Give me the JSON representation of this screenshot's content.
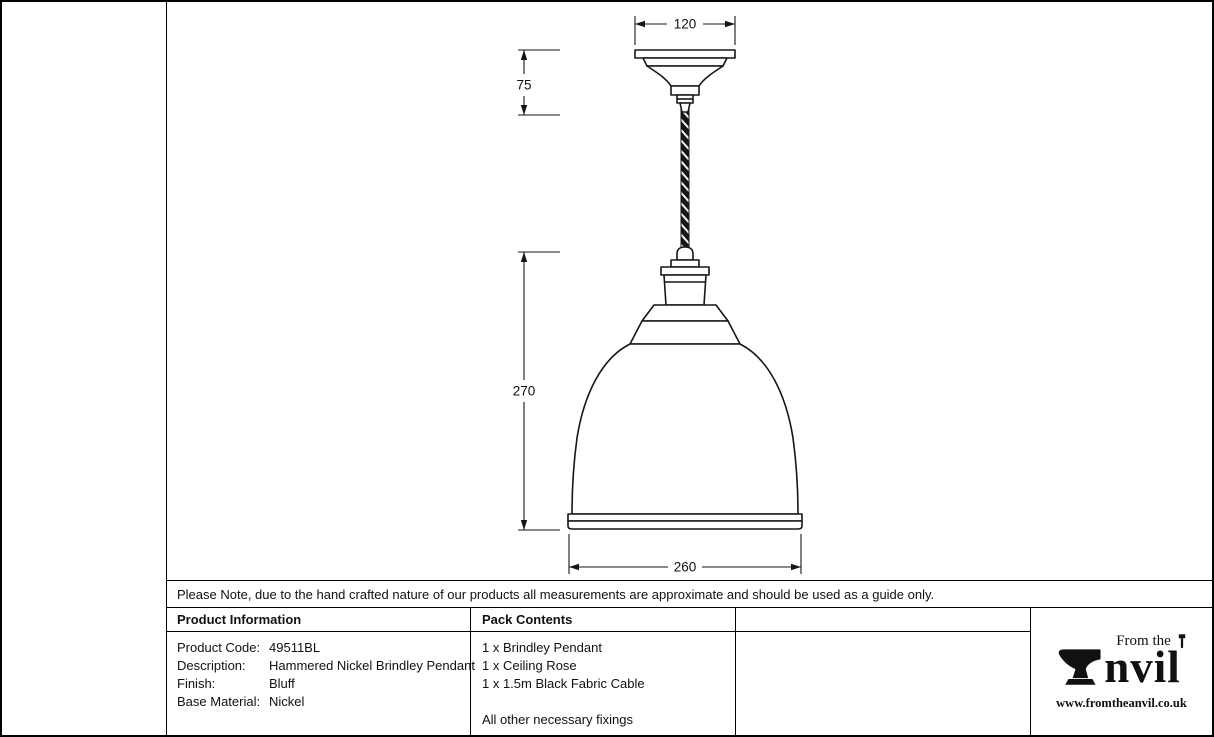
{
  "drawing": {
    "dim_rose_width": "120",
    "dim_rose_height": "75",
    "dim_shade_height": "270",
    "dim_shade_width": "260"
  },
  "note": {
    "text": "Please Note, due to the hand crafted nature of our products all measurements are approximate and should be used as a guide only."
  },
  "table": {
    "product_info": {
      "header": "Product Information",
      "rows": [
        {
          "label": "Product Code:",
          "value": "49511BL"
        },
        {
          "label": "Description:",
          "value": "Hammered Nickel Brindley Pendant"
        },
        {
          "label": "Finish:",
          "value": "Bluff"
        },
        {
          "label": "Base Material:",
          "value": "Nickel"
        }
      ]
    },
    "pack_contents": {
      "header": "Pack Contents",
      "items": [
        "1 x Brindley Pendant",
        "1 x Ceiling Rose",
        "1 x 1.5m Black Fabric Cable",
        "",
        "All other necessary fixings"
      ]
    }
  },
  "logo": {
    "tagline": "From the",
    "brand": "Anvil",
    "brand_display": "nvil",
    "website": "www.fromtheanvil.co.uk"
  }
}
